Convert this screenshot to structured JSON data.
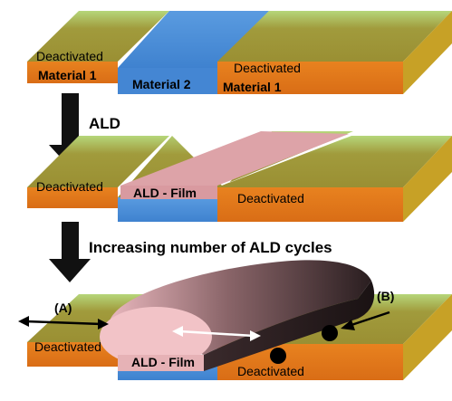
{
  "colors": {
    "deactivated_top": "#9f9a3a",
    "deactivated_glow": "#b9dd7f",
    "material1_front": "#e3791f",
    "material2": "#4a8fd8",
    "film": "#dfa0a6",
    "dark_film": "#3b2b2e"
  },
  "panel1": {
    "deactivated_left": "Deactivated",
    "material1_left": "Material 1",
    "material2": "Material 2",
    "deactivated_right": "Deactivated",
    "material1_right": "Material 1"
  },
  "step1": {
    "label": "ALD"
  },
  "panel2": {
    "deactivated_left": "Deactivated",
    "film_label": "ALD - Film",
    "deactivated_right": "Deactivated"
  },
  "step2": {
    "label": "Increasing number of ALD cycles"
  },
  "panel3": {
    "marker_a": "(A)",
    "marker_b": "(B)",
    "deactivated_left": "Deactivated",
    "film_label": "ALD - Film",
    "deactivated_right": "Deactivated"
  },
  "icons": [
    "down-arrow-icon",
    "double-arrow-icon",
    "pointer-arrow-icon"
  ]
}
